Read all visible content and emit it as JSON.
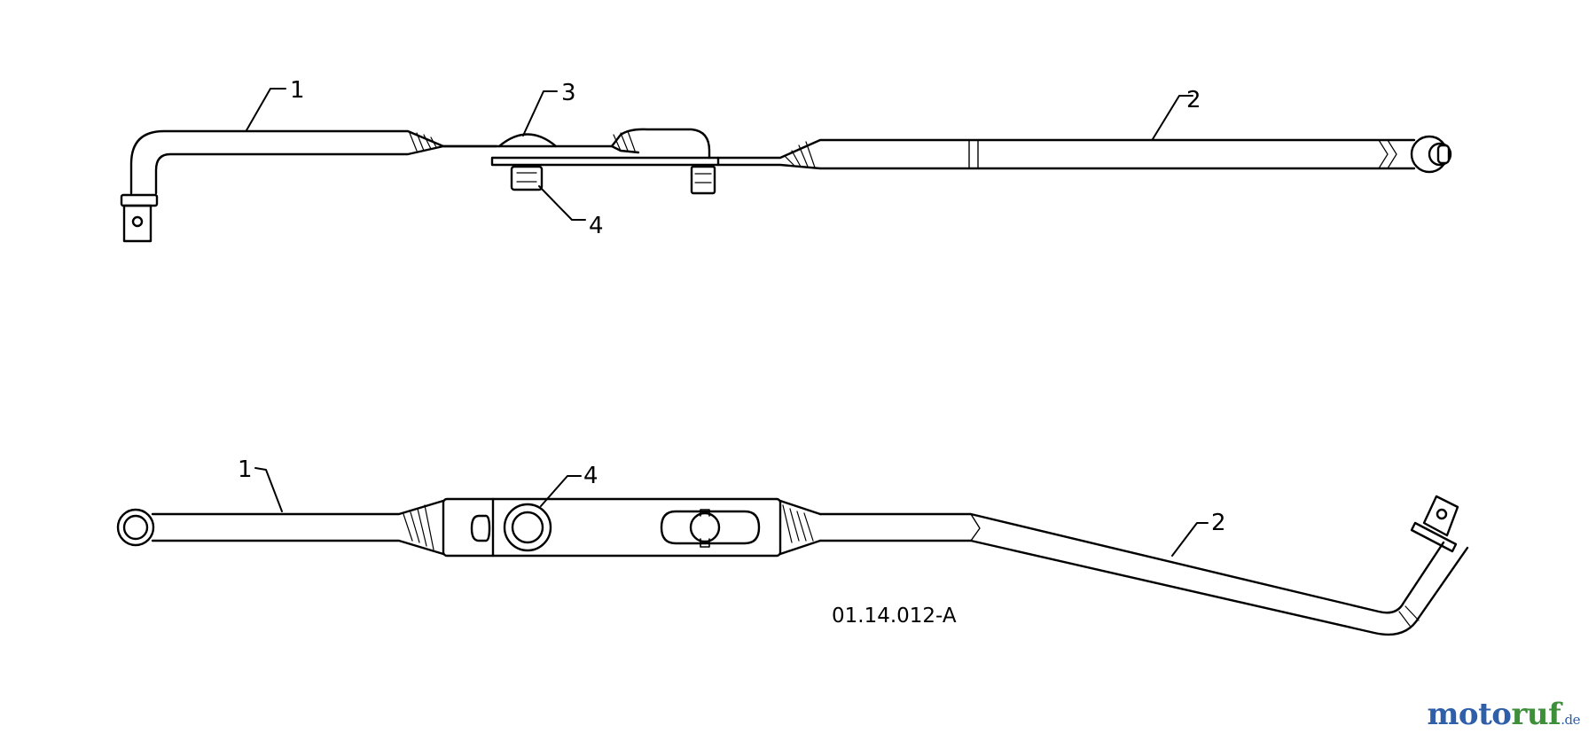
{
  "callouts_top": [
    "1",
    "2",
    "3",
    "4"
  ],
  "callouts_bottom": [
    "1",
    "4",
    "2"
  ],
  "drawing_code": "01.14.012-A",
  "watermark": {
    "part1": "moto",
    "part2": "ruf",
    "tld": ".de",
    "color_blue": "#2f5fa8",
    "color_green": "#3d8f3a"
  }
}
